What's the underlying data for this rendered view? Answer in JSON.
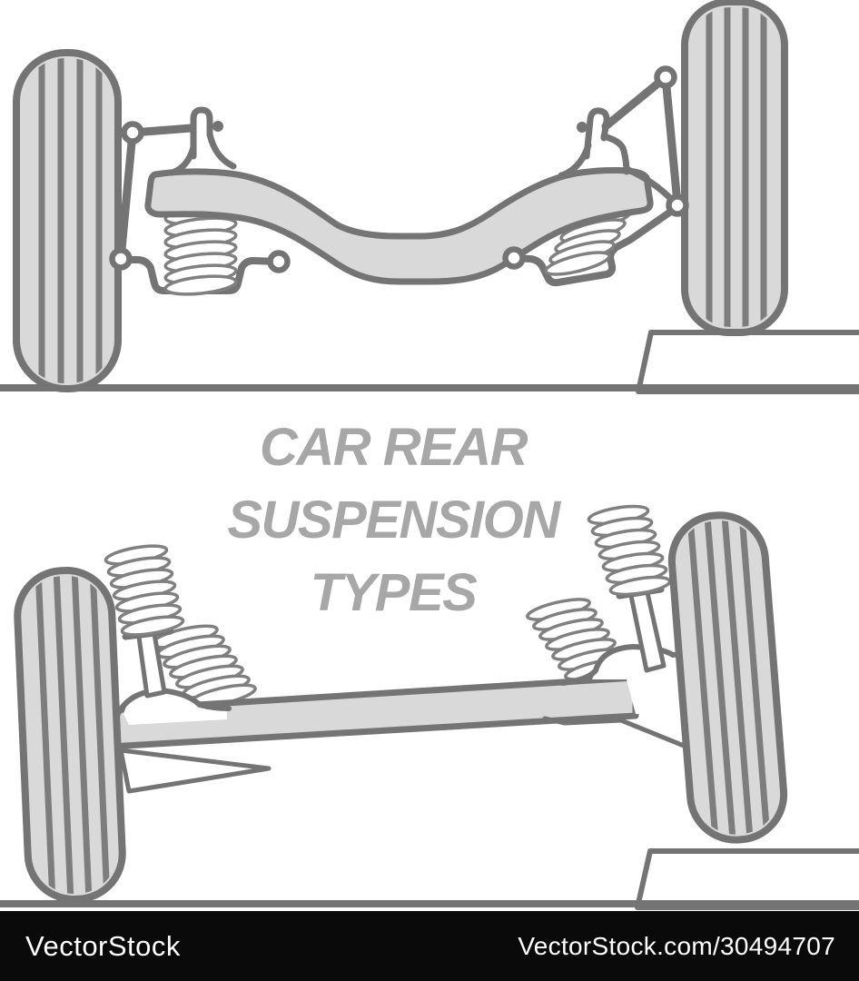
{
  "title": {
    "line1": "CAR REAR",
    "line2": "SUSPENSION",
    "line3": "TYPES"
  },
  "watermark": {
    "logo": "VectorStock",
    "url": "VectorStock.com/30494707"
  },
  "colors": {
    "outline": "#747474",
    "fill": "#d9d9d9",
    "tread": "#7d7d7d",
    "coil": "#808080",
    "title": "#a7a7a7",
    "bar": "#0a0a0a",
    "bartext": "#ffffff",
    "bg": "#ffffff"
  }
}
